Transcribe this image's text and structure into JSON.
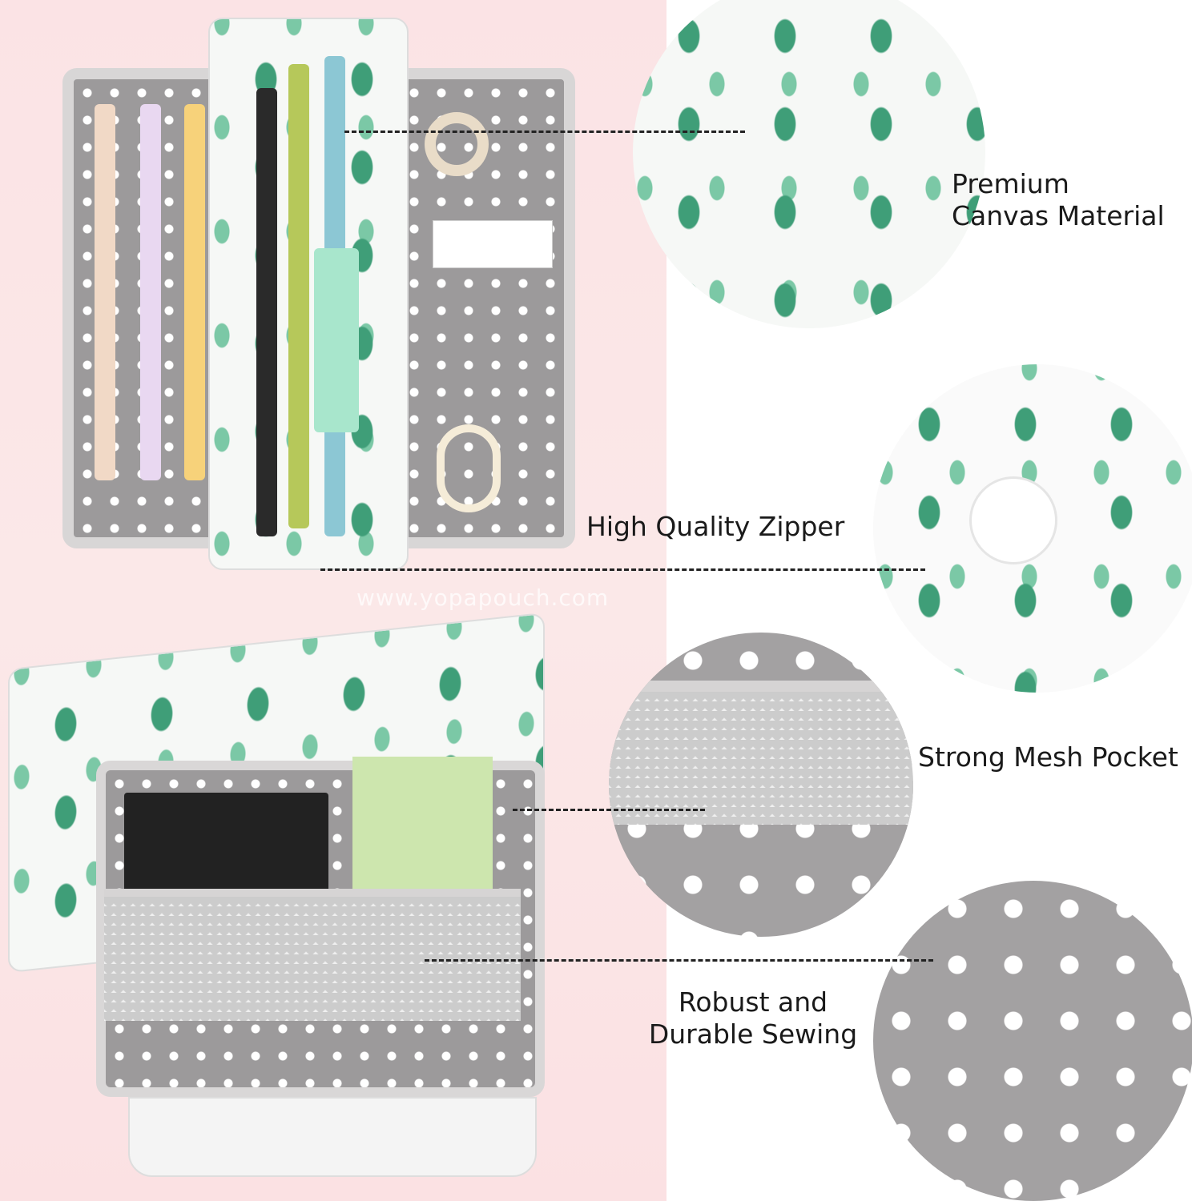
{
  "features": [
    {
      "label_lines": [
        "Premium",
        "Canvas Material"
      ]
    },
    {
      "label_lines": [
        "High Quality Zipper"
      ]
    },
    {
      "label_lines": [
        "Strong Mesh Pocket"
      ]
    },
    {
      "label_lines": [
        "Robust and",
        "Durable Sewing"
      ]
    }
  ],
  "watermark": "www.yopapouch.com",
  "colors": {
    "background_left": "#fbe3e5",
    "lining_gray": "#9c9a9b",
    "cactus_green": "#3f9e78",
    "text": "#1a1a1a"
  }
}
